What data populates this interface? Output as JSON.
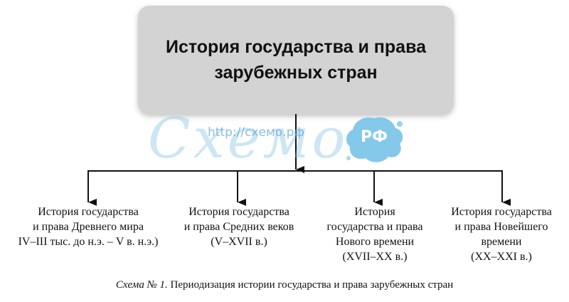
{
  "root": {
    "lines": [
      "История государства и права",
      "зарубежных стран"
    ]
  },
  "children": [
    {
      "lines": [
        "История государства",
        "и права Древнего мира",
        "IV–III тыс. до н.э. – V в. н.э.)"
      ]
    },
    {
      "lines": [
        "История государства",
        "и права Средних веков",
        "(V–XVII в.)"
      ]
    },
    {
      "lines": [
        "История",
        "государства и права",
        "Нового времени",
        "(XVII–XX в.)"
      ]
    },
    {
      "lines": [
        "История государства",
        "и права Новейшего",
        "времени",
        "(XX–XXI в.)"
      ]
    }
  ],
  "caption": {
    "label": "Схема № 1.",
    "text": "Периодизация истории государства и права зарубежных стран"
  },
  "watermark": {
    "script": "Схемо",
    "url": "http://схемо.рф",
    "badge": "РФ"
  },
  "colors": {
    "box_fill": "#d3d3d3",
    "lines": "#111111",
    "watermark": "#78bee1"
  }
}
